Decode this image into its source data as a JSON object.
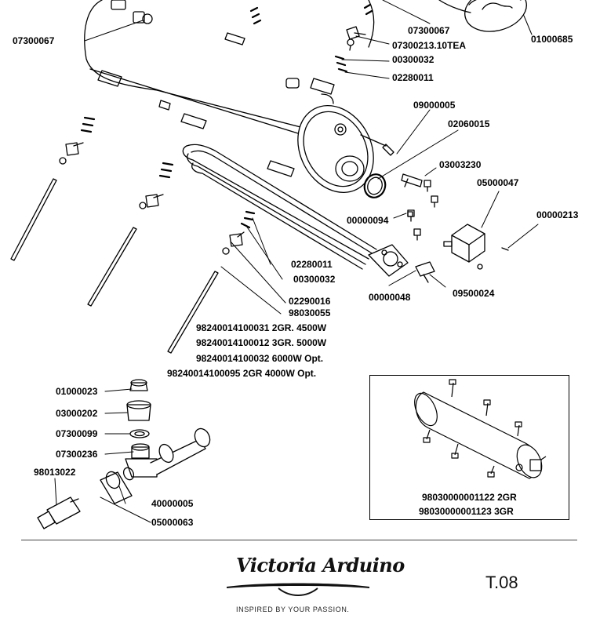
{
  "parts": {
    "p_07300067_a": "07300067",
    "p_07300067_b": "07300067",
    "p_07300213": "07300213.10TEA",
    "p_00300032_a": "00300032",
    "p_02280011_a": "02280011",
    "p_01000685": "01000685",
    "p_09000005": "09000005",
    "p_02060015": "02060015",
    "p_03003230": "03003230",
    "p_05000047": "05000047",
    "p_00000213": "00000213",
    "p_00000094": "00000094",
    "p_02280011_b": "02280011",
    "p_00300032_b": "00300032",
    "p_00000048": "00000048",
    "p_09500024": "09500024",
    "p_02290016": "02290016",
    "p_98030055": "98030055",
    "p_element_2gr_4500": "98240014100031 2GR. 4500W",
    "p_element_3gr_5000": "98240014100012 3GR. 5000W",
    "p_element_6000": "98240014100032 6000W Opt.",
    "p_element_2gr_4000": "98240014100095  2GR  4000W Opt.",
    "p_01000023": "01000023",
    "p_03000202": "03000202",
    "p_07300099": "07300099",
    "p_07300236": "07300236",
    "p_98013022": "98013022",
    "p_40000005": "40000005",
    "p_05000063": "05000063"
  },
  "inset": {
    "boiler_2gr": "98030000001122 2GR",
    "boiler_3gr": "98030000001123 3GR"
  },
  "footer": {
    "brand": "Victoria Arduino",
    "tagline": "INSPIRED BY YOUR PASSION.",
    "table_id": "T.08"
  }
}
